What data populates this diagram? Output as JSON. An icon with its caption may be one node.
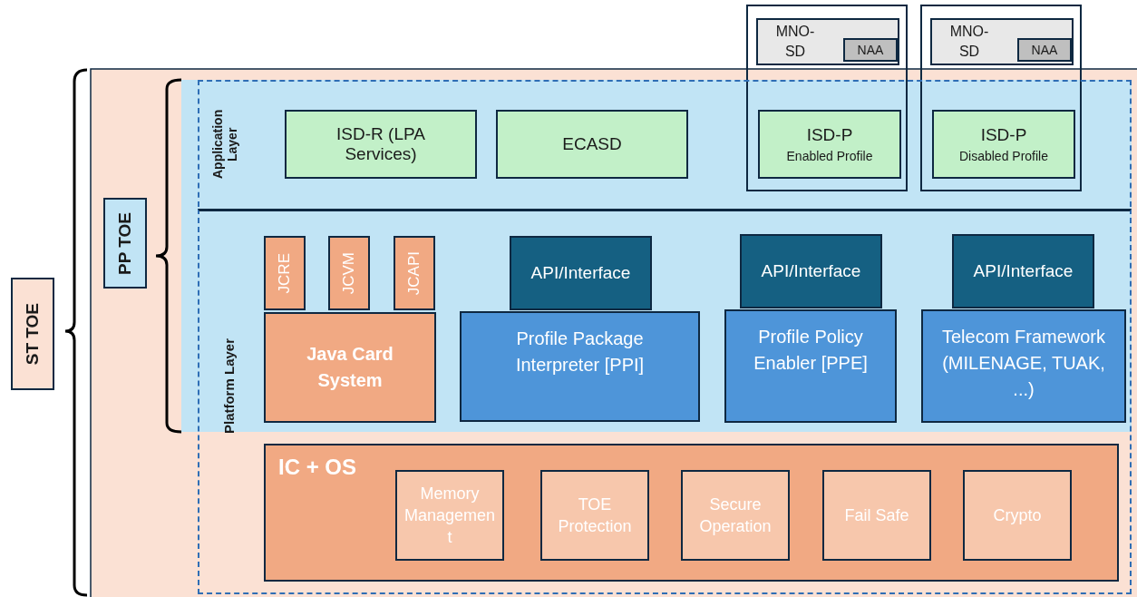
{
  "diagram": {
    "nodes": [
      {
        "text": [
          "ST TOE"
        ]
      },
      {
        "text": [
          "PP TOE"
        ]
      },
      {
        "text": [
          "Application Layer"
        ]
      },
      {
        "text": [
          "ISD-R (LPA Services)"
        ],
        "in": 2
      },
      {
        "text": [
          "ECASD"
        ],
        "in": 2
      },
      {
        "text": [
          "MNO-SD"
        ]
      },
      {
        "text": [
          "NAA"
        ],
        "in": 5
      },
      {
        "text": [
          "ISD-P",
          "Enabled Profile"
        ],
        "in": 2
      },
      {
        "text": [
          "MNO-SD"
        ]
      },
      {
        "text": [
          "NAA"
        ],
        "in": 8
      },
      {
        "text": [
          "ISD-P",
          "Disabled Profile"
        ],
        "in": 2
      },
      {
        "text": [
          "Platform Layer"
        ]
      },
      {
        "text": [
          "JCRE"
        ],
        "in": 11
      },
      {
        "text": [
          "JCVM"
        ],
        "in": 11
      },
      {
        "text": [
          "JCAPI"
        ],
        "in": 11
      },
      {
        "text": [
          "Java Card System"
        ],
        "in": 11
      },
      {
        "text": [
          "API/Interface"
        ],
        "in": 11
      },
      {
        "text": [
          "Profile Package Interpreter [PPI]"
        ],
        "in": 11
      },
      {
        "text": [
          "API/Interface"
        ],
        "in": 11
      },
      {
        "text": [
          "Profile Policy Enabler [PPE]"
        ],
        "in": 11
      },
      {
        "text": [
          "API/Interface"
        ],
        "in": 11
      },
      {
        "text": [
          "Telecom Framework (MILENAGE, TUAK, ...)"
        ],
        "in": 11
      },
      {
        "text": [
          "IC + OS"
        ],
        "in": 11
      },
      {
        "text": [
          "Memory Management"
        ],
        "in": 22
      },
      {
        "text": [
          "TOE Protection"
        ],
        "in": 22
      },
      {
        "text": [
          "Secure Operation"
        ],
        "in": 22
      },
      {
        "text": [
          "Fail Safe"
        ],
        "in": 22
      },
      {
        "text": [
          "Crypto"
        ],
        "in": 22
      }
    ]
  }
}
